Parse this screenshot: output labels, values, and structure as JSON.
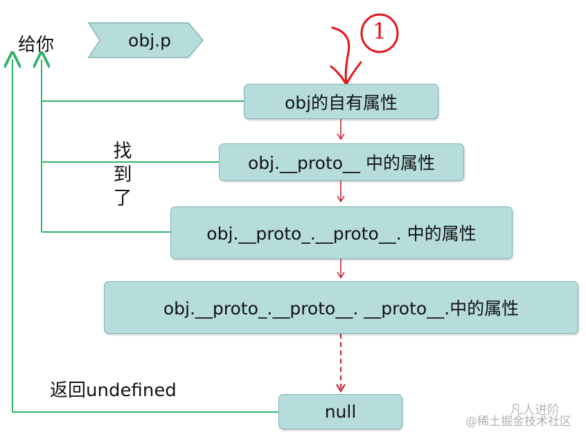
{
  "diagram": {
    "top_label": "给你",
    "tag": "obj.p",
    "annotation": "1",
    "found_label": [
      "找",
      "到",
      "了"
    ],
    "return_label": "返回undefined",
    "boxes": [
      "obj的自有属性",
      "obj.__proto__ 中的属性",
      "obj.__proto_.__proto__. 中的属性",
      "obj.__proto_.__proto__. __proto__.中的属性",
      "null"
    ],
    "colors": {
      "box_fill": "#b7dcdc",
      "box_border": "#7fb4b6",
      "green_line": "#2fb36a",
      "red_arrow": "#c0282d",
      "annotation_red": "#e2141b"
    }
  },
  "watermark": {
    "line1": "凡人进阶",
    "line2": "@稀土掘金技术社区"
  }
}
